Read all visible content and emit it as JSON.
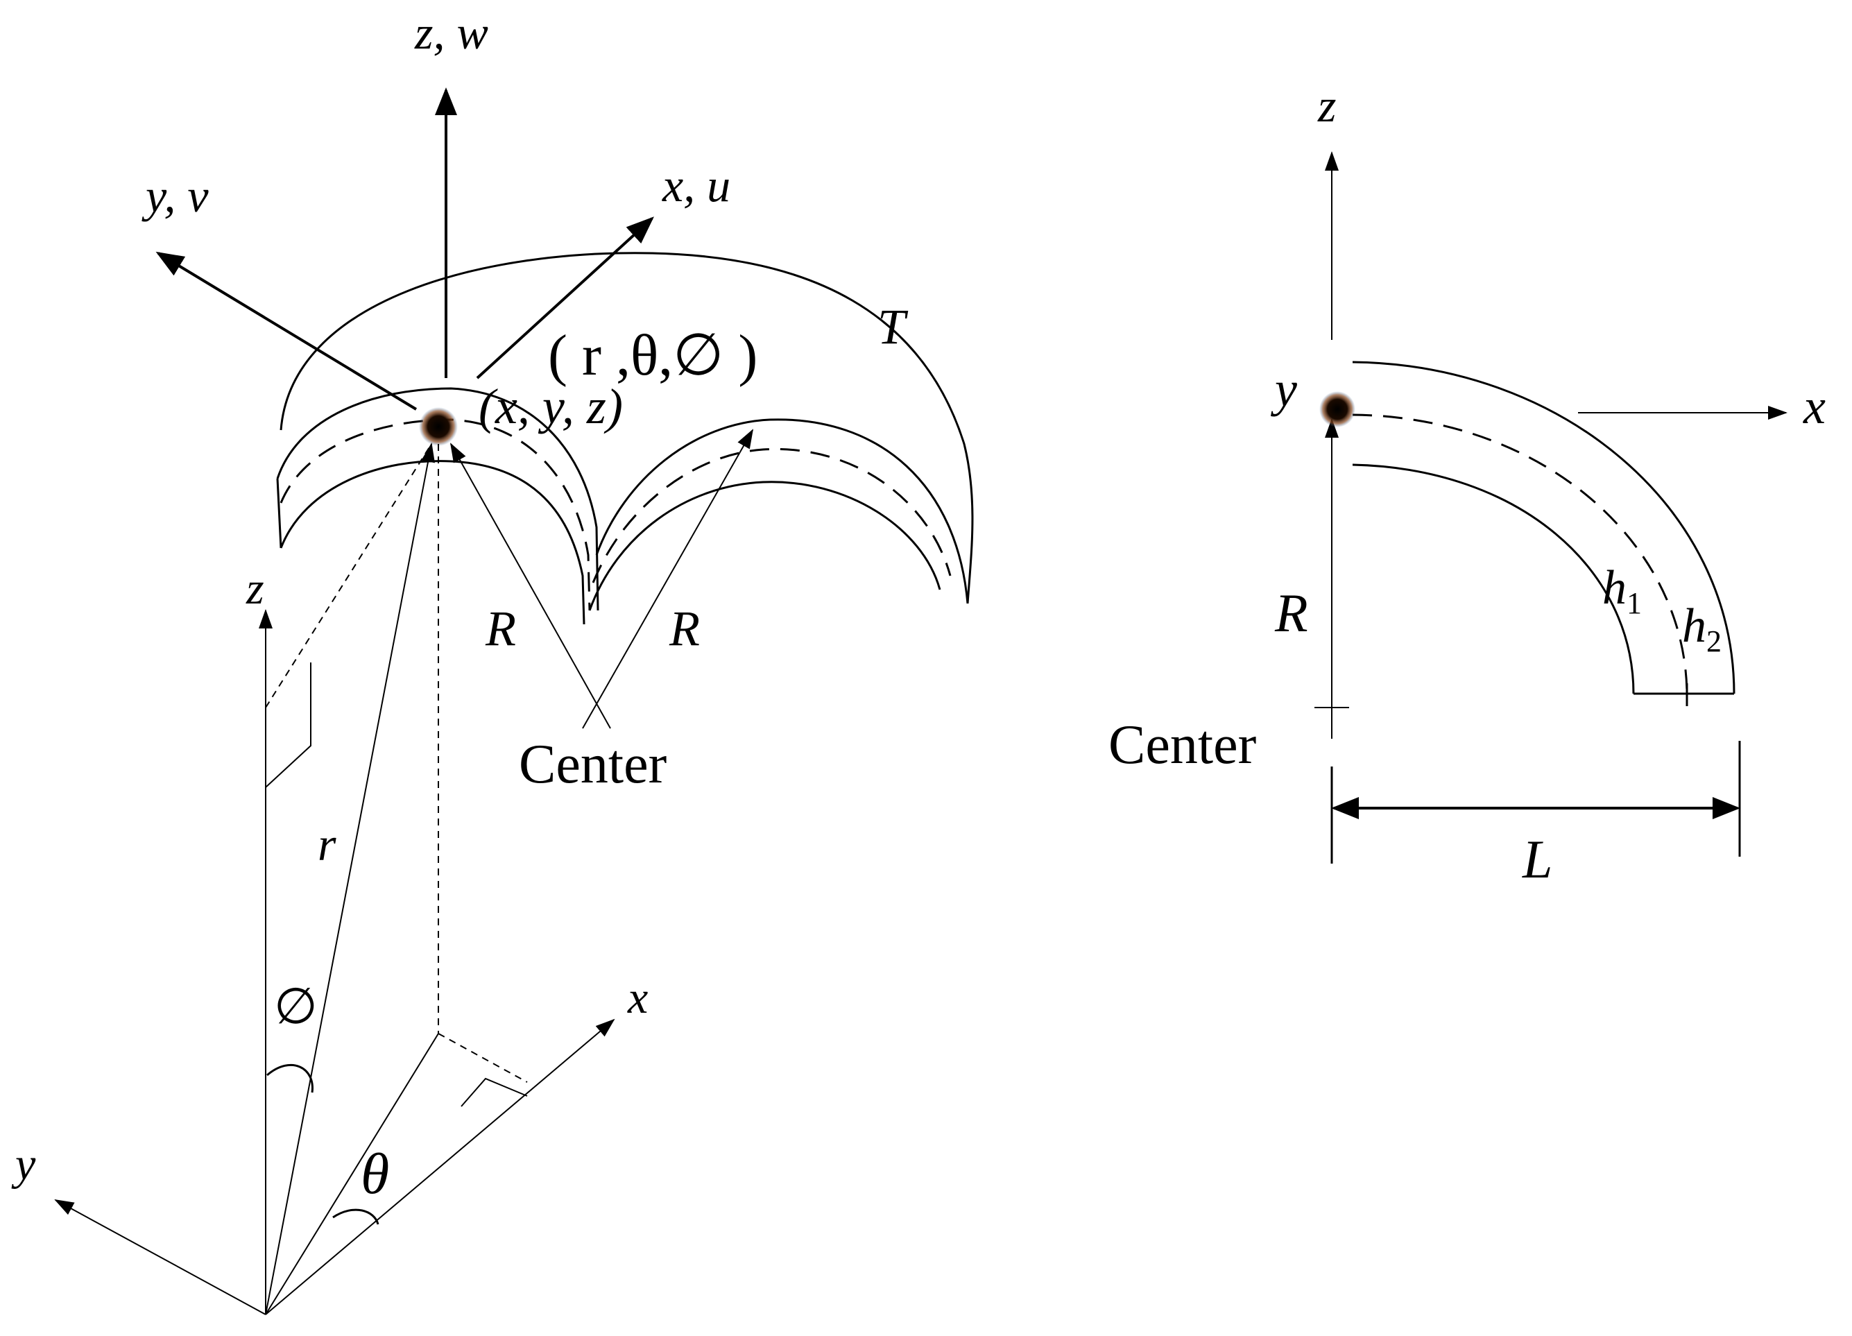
{
  "left_figure": {
    "global_axes": {
      "z_label": "z, w",
      "y_label": "y, v",
      "x_label": "x, u"
    },
    "spherical_coords_label": "( r ,θ,∅ )",
    "cartesian_coords_label": "(x, y, z)",
    "thickness_label": "T",
    "radius_label_1": "R",
    "radius_label_2": "R",
    "center_label": "Center",
    "local_axes": {
      "z_label": "z",
      "y_label": "y",
      "x_label": "x"
    },
    "r_label": "r",
    "phi_label": "∅",
    "theta_label": "θ"
  },
  "right_figure": {
    "z_label": "z",
    "y_label": "y",
    "x_label": "x",
    "radius_label": "R",
    "h1_label": "h",
    "h1_sub": "1",
    "h2_label": "h",
    "h2_sub": "2",
    "center_label": "Center",
    "length_label": "L"
  }
}
